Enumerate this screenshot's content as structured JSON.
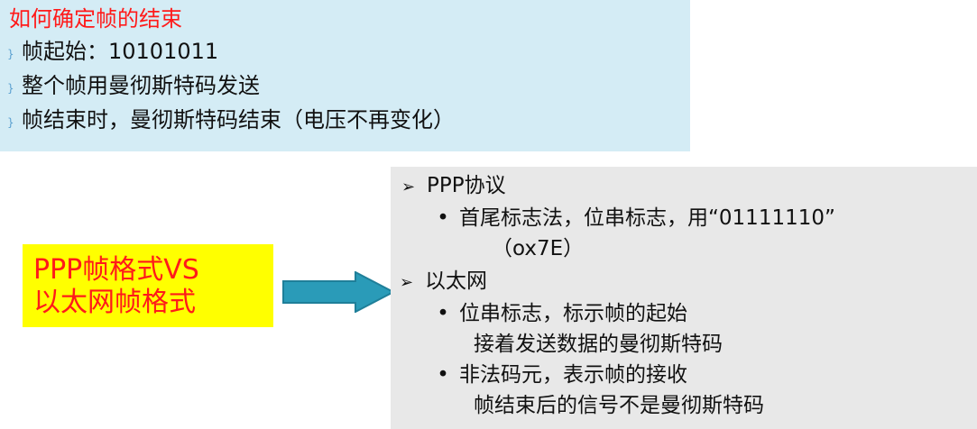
{
  "top_box": {
    "title": "如何确定帧的结束",
    "marker_icon": "bullet-curly-icon",
    "items": [
      "帧起始：10101011",
      "整个帧用曼彻斯特码发送",
      "帧结束时，曼彻斯特码结束（电压不再变化）"
    ],
    "bg_color": "#d4ecf5",
    "title_color": "#ff1a1a"
  },
  "label_box": {
    "lines": [
      "PPP帧格式VS",
      "以太网帧格式"
    ],
    "bg_color": "#ffff00",
    "text_color": "#ff1a1a"
  },
  "arrow": {
    "icon": "right-arrow-icon",
    "color": "#2a9bb8"
  },
  "detail_box": {
    "bg_color": "#e8e8e8",
    "sections": [
      {
        "marker": "➢",
        "heading": "PPP协议",
        "bullets": [
          {
            "text": "首尾标志法，位串标志，用“01111110”",
            "continuation": "（ox7E）"
          }
        ]
      },
      {
        "marker": "➢",
        "heading": "以太网",
        "bullets": [
          {
            "text": "位串标志，标示帧的起始",
            "continuation": "接着发送数据的曼彻斯特码"
          },
          {
            "text": "非法码元，表示帧的接收",
            "continuation": "帧结束后的信号不是曼彻斯特码"
          }
        ]
      }
    ],
    "bullet_char": "•"
  }
}
